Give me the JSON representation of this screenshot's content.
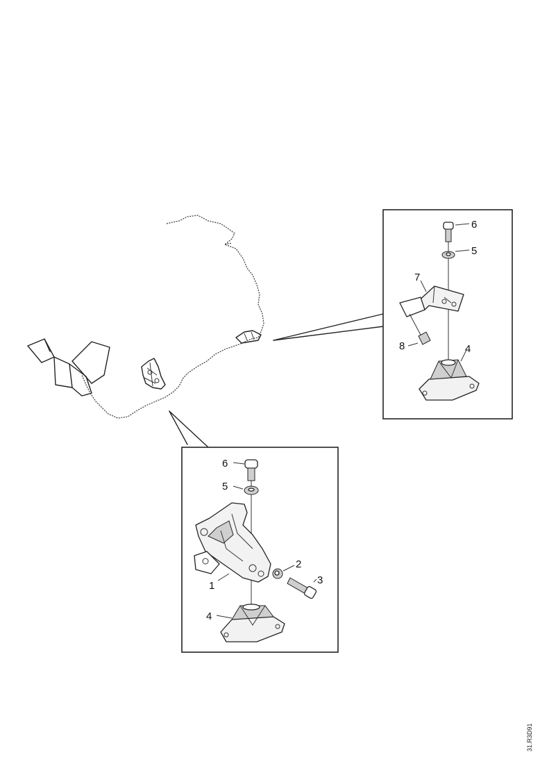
{
  "callouts": {
    "rear": {
      "bolt": "6",
      "washer": "5",
      "bracket": "7",
      "screw": "8",
      "mount": "4"
    },
    "front": {
      "bolt": "6",
      "washer": "5",
      "spacer": "2",
      "screw": "3",
      "bracket": "1",
      "mount": "4"
    }
  },
  "reference_code": "31.R3D91"
}
